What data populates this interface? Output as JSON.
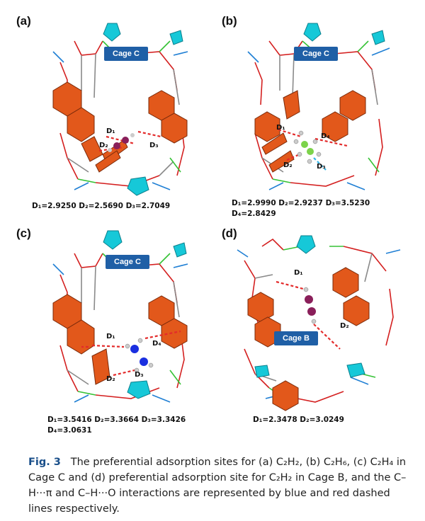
{
  "panels": [
    {
      "label": "(a)",
      "cage": "Cage C",
      "distances": [
        "D₁=2.9250  D₂=2.5690  D₃=2.7049"
      ],
      "d_labels": [
        "D₁",
        "D₂",
        "D₃"
      ]
    },
    {
      "label": "(b)",
      "cage": "Cage C",
      "distances": [
        "D₁=2.9990  D₂=2.9237  D₃=3.5230",
        "D₄=2.8429"
      ],
      "d_labels": [
        "D₁",
        "D₂",
        "D₃",
        "D₄"
      ]
    },
    {
      "label": "(c)",
      "cage": "Cage C",
      "distances": [
        "D₁=3.5416  D₂=3.3664  D₃=3.3426",
        "D₄=3.0631"
      ],
      "d_labels": [
        "D₁",
        "D₂",
        "D₃",
        "D₄"
      ]
    },
    {
      "label": "(d)",
      "cage": "Cage B",
      "distances": [
        "D₁=2.3478  D₂=3.0249"
      ],
      "d_labels": [
        "D₁",
        "D₂"
      ]
    }
  ],
  "caption": {
    "fig_no": "Fig. 3",
    "text": "The preferential adsorption sites for (a) C₂H₂, (b) C₂H₆, (c) C₂H₄ in Cage C and (d) preferential adsorption site for C₂H₂ in Cage B, and the C–H···π and C–H···O interactions are represented by blue and red dashed lines respectively."
  },
  "colors": {
    "framework_red": "#d42020",
    "framework_blue": "#1f7fd4",
    "framework_green": "#35c235",
    "framework_gray": "#8a8a8a",
    "aromatic": "#e2581b",
    "pentagon": "#16c8d8",
    "h_bond_red": "#e32a2a",
    "h_bond_blue": "#2fb5e8",
    "guest_carbon": "#8a1f5a",
    "guest_nitrogen": "#1a2fe0"
  }
}
